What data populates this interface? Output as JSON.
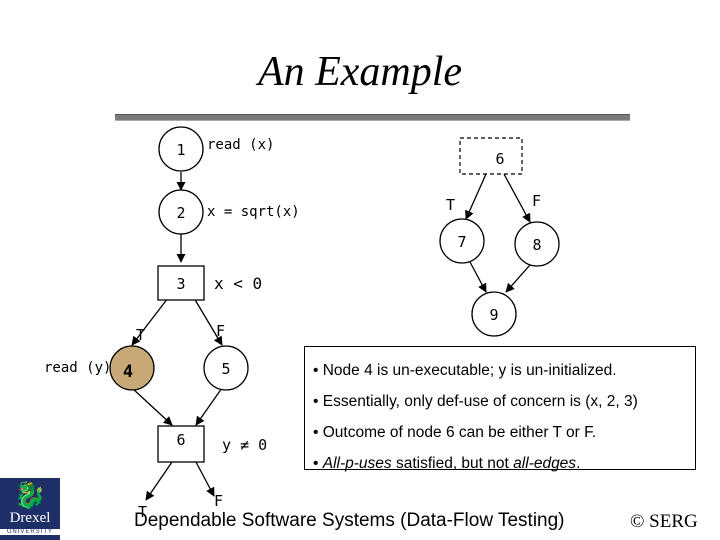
{
  "title": "An Example",
  "graph": {
    "n1": "1",
    "n1_code": "read (x)",
    "n2": "2",
    "n2_code": "x = sqrt(x)",
    "n3": "3",
    "n3_code": "x < 0",
    "n3_true": "T",
    "n3_false": "F",
    "n4": "4",
    "n4_code": "read (y)",
    "n5": "5",
    "n6": "6",
    "n6_code": "y ≠ 0",
    "n6_true": "T",
    "n6_false": "F",
    "sub_n6": "6",
    "sub_true": "T",
    "sub_false": "F",
    "sub_n7": "7",
    "sub_n8": "8",
    "sub_n9": "9"
  },
  "notes": {
    "b1": "• Node 4 is un-executable; y is un-initialized.",
    "b2": "• Essentially, only def-use of concern is (x, 2, 3)",
    "b3": "• Outcome of node 6 can be either T or F.",
    "b4_prefix": "• ",
    "b4_em1": "All-p-uses",
    "b4_mid": " satisfied, but not ",
    "b4_em2": "all-edges",
    "b4_end": "."
  },
  "footer": "Dependable Software Systems (Data-Flow Testing)",
  "copyright": "© SERG",
  "logo": {
    "name": "Drexel",
    "sub": "UNIVERSITY"
  },
  "colors": {
    "node4_fill": "#c9a877",
    "rule": "#7a7a7a",
    "logo_bg": "#1d2f66"
  }
}
